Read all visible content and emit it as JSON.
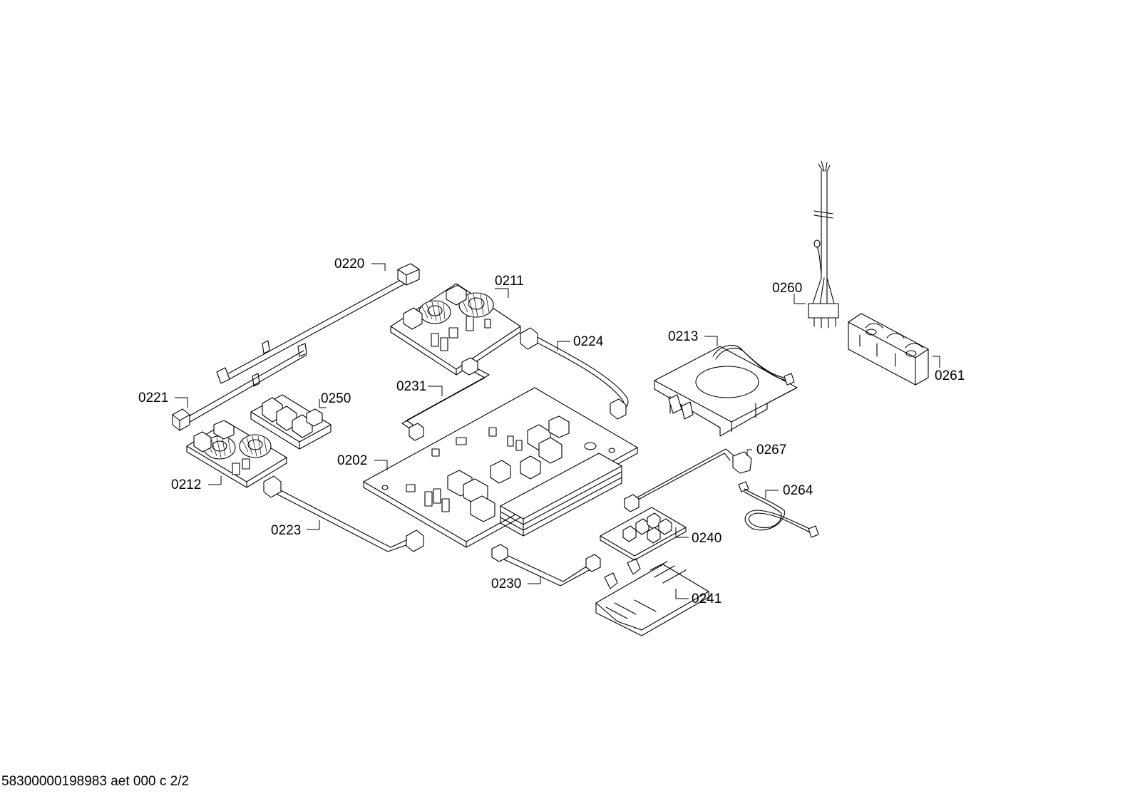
{
  "parts": {
    "p0220": "0220",
    "p0211": "0211",
    "p0224": "0224",
    "p0221": "0221",
    "p0250": "0250",
    "p0231": "0231",
    "p0212": "0212",
    "p0202": "0202",
    "p0223": "0223",
    "p0230": "0230",
    "p0213": "0213",
    "p0260": "0260",
    "p0261": "0261",
    "p0267": "0267",
    "p0264": "0264",
    "p0240": "0240",
    "p0241": "0241"
  },
  "footer": "58300000198983 aet 000 c 2/2"
}
